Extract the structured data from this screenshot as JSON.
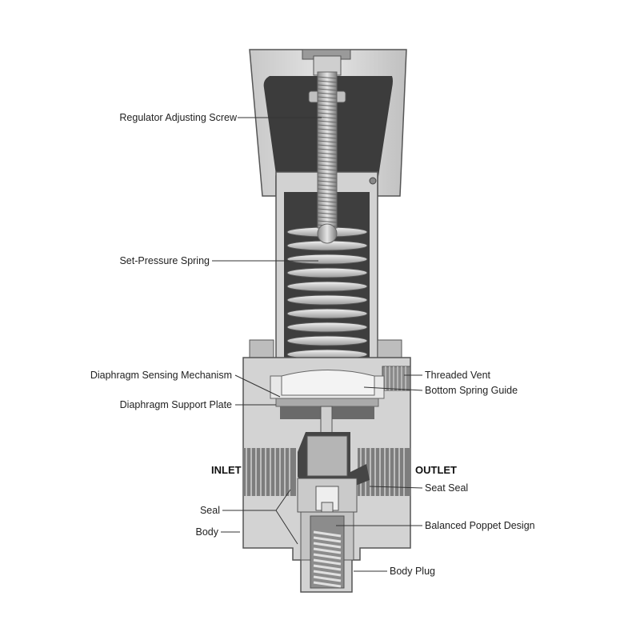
{
  "labels": {
    "regulator_adjusting_screw": "Regulator Adjusting Screw",
    "set_pressure_spring": "Set-Pressure Spring",
    "diaphragm_sensing_mechanism": "Diaphragm Sensing Mechanism",
    "diaphragm_support_plate": "Diaphragm Support Plate",
    "threaded_vent": "Threaded Vent",
    "bottom_spring_guide": "Bottom Spring Guide",
    "inlet": "INLET",
    "outlet": "OUTLET",
    "seat_seal": "Seat Seal",
    "seal": "Seal",
    "body": "Body",
    "balanced_poppet_design": "Balanced Poppet Design",
    "body_plug": "Body Plug"
  },
  "colors": {
    "body_light": "#d4d4d4",
    "body_mid": "#b8b8b8",
    "dark_cavity": "#3e3e3e",
    "outline": "#4a4a4a",
    "leader": "#333333"
  }
}
